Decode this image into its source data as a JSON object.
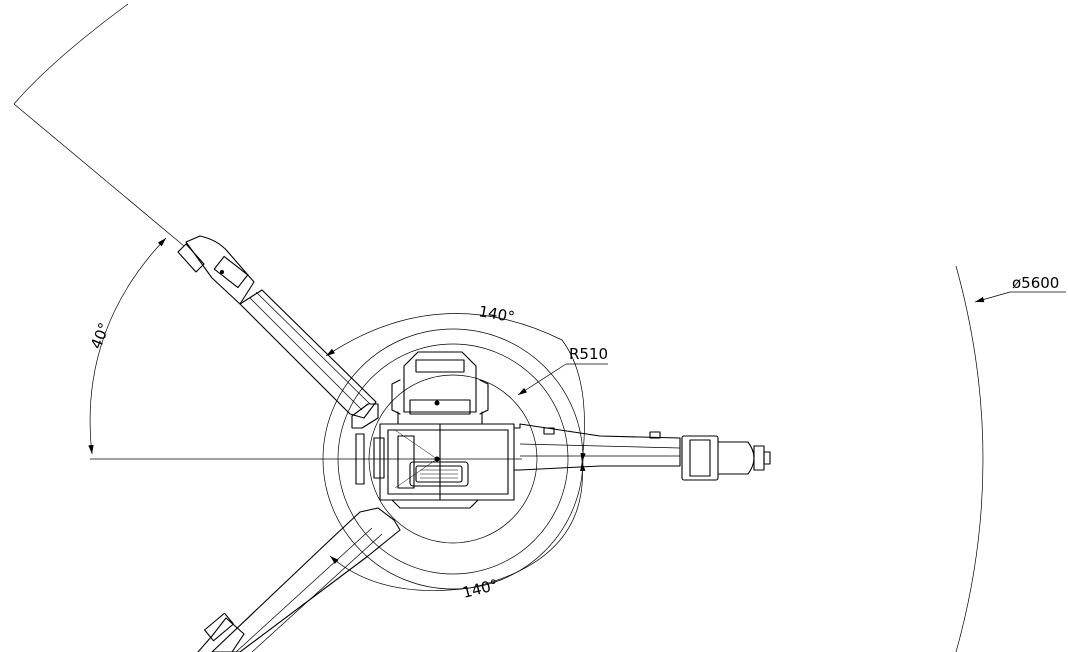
{
  "dimensions": {
    "outer_diameter": "ø5600",
    "inner_radius": "R510",
    "angle_upper": "140°",
    "angle_lower": "140°",
    "angle_left": "40°"
  }
}
